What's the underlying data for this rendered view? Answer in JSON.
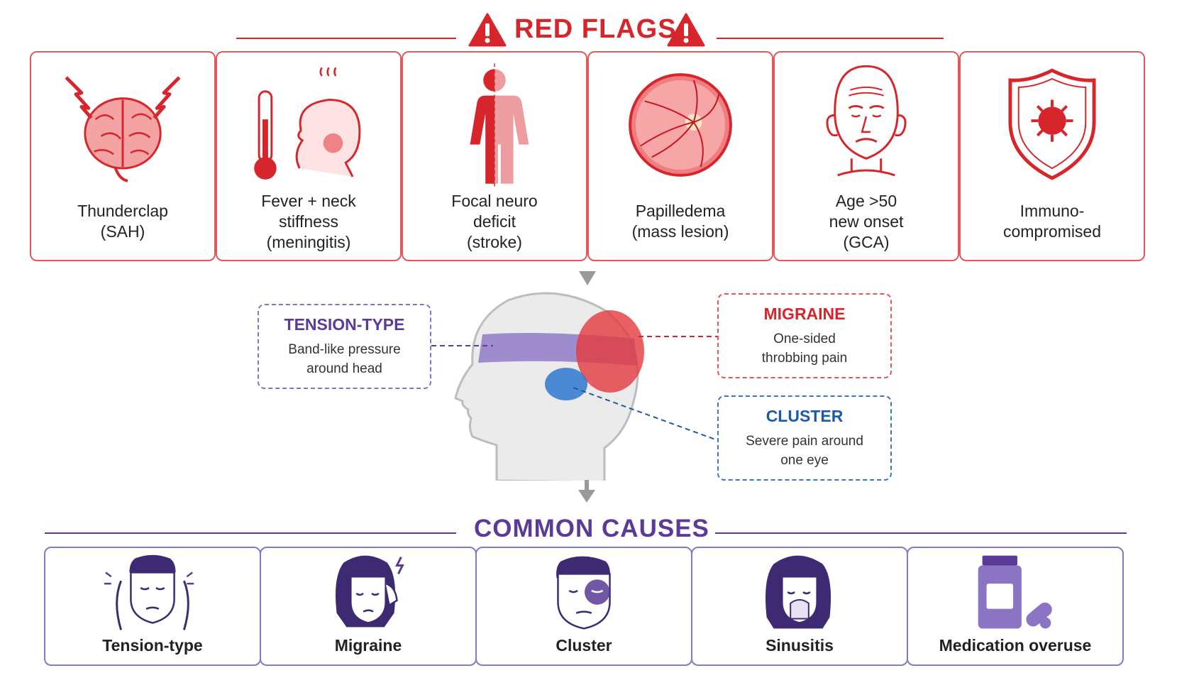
{
  "red_flags": {
    "title": "RED FLAGS",
    "items": [
      {
        "label": "Thunderclap\n(SAH)",
        "icon": "brain-icon"
      },
      {
        "label": "Fever + neck\nstiffness\n(meningitis)",
        "icon": "thermometer-head-icon"
      },
      {
        "label": "Focal neuro\ndeficit\n(stroke)",
        "icon": "half-body-icon"
      },
      {
        "label": "Papilledema\n(mass lesion)",
        "icon": "retina-icon"
      },
      {
        "label": "Age >50\nnew onset\n(GCA)",
        "icon": "elderly-face-icon"
      },
      {
        "label": "Immuno-\ncompromised",
        "icon": "virus-shield-icon"
      }
    ],
    "accent": "#d7262b"
  },
  "head_diagram": {
    "tension": {
      "title": "TENSION-TYPE",
      "desc": "Band-like pressure\naround head",
      "color": "#5b3a98"
    },
    "migraine": {
      "title": "MIGRAINE",
      "desc": "One-sided\nthrobbing pain",
      "color": "#d7262b"
    },
    "cluster": {
      "title": "CLUSTER",
      "desc": "Severe pain around\none eye",
      "color": "#1d5aa8"
    }
  },
  "common_causes": {
    "title": "COMMON CAUSES",
    "items": [
      {
        "label": "Tension-type",
        "icon": "tension-head-icon"
      },
      {
        "label": "Migraine",
        "icon": "migraine-woman-icon"
      },
      {
        "label": "Cluster",
        "icon": "cluster-eye-icon"
      },
      {
        "label": "Sinusitis",
        "icon": "sinus-woman-icon"
      },
      {
        "label": "Medication overuse",
        "icon": "pill-bottle-icon"
      }
    ],
    "accent": "#5b3a98"
  }
}
